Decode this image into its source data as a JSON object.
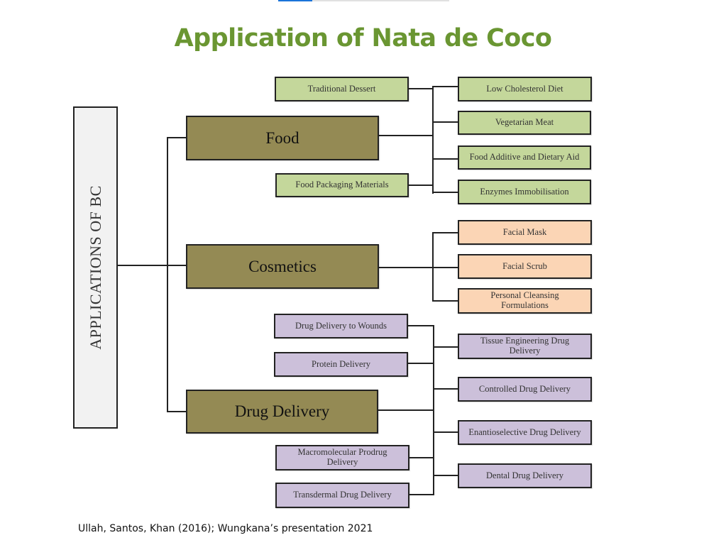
{
  "slide": {
    "progress_fraction": 0.2,
    "title": "Application of Nata de Coco",
    "citation": "Ullah, Santos, Khan (2016); Wungkana’s presentation 2021"
  },
  "colors": {
    "title": "#6a9632",
    "root_fill": "#f2f2f2",
    "category_fill": "#948a54",
    "food_fill": "#c4d79b",
    "cosmetics_fill": "#fbd5b5",
    "drug_fill": "#ccc0da",
    "progress_fill": "#1a73d9"
  },
  "diagram": {
    "root": "APPLICATIONS OF BC",
    "categories": {
      "food": {
        "label": "Food",
        "left_items": [
          "Traditional Dessert",
          "Food Packaging Materials"
        ],
        "right_items": [
          "Low Cholesterol Diet",
          "Vegetarian Meat",
          "Food Additive and Dietary Aid",
          "Enzymes  Immobilisation"
        ]
      },
      "cosmetics": {
        "label": "Cosmetics",
        "right_items": [
          "Facial Mask",
          "Facial Scrub",
          "Personal Cleansing Formulations"
        ]
      },
      "drug": {
        "label": "Drug Delivery",
        "left_items": [
          "Drug Delivery to Wounds",
          "Protein Delivery",
          "Macromolecular Prodrug Delivery",
          "Transdermal Drug Delivery"
        ],
        "right_items": [
          "Tissue Engineering Drug Delivery",
          "Controlled Drug Delivery",
          "Enantioselective Drug Delivery",
          "Dental Drug Delivery"
        ]
      }
    }
  }
}
